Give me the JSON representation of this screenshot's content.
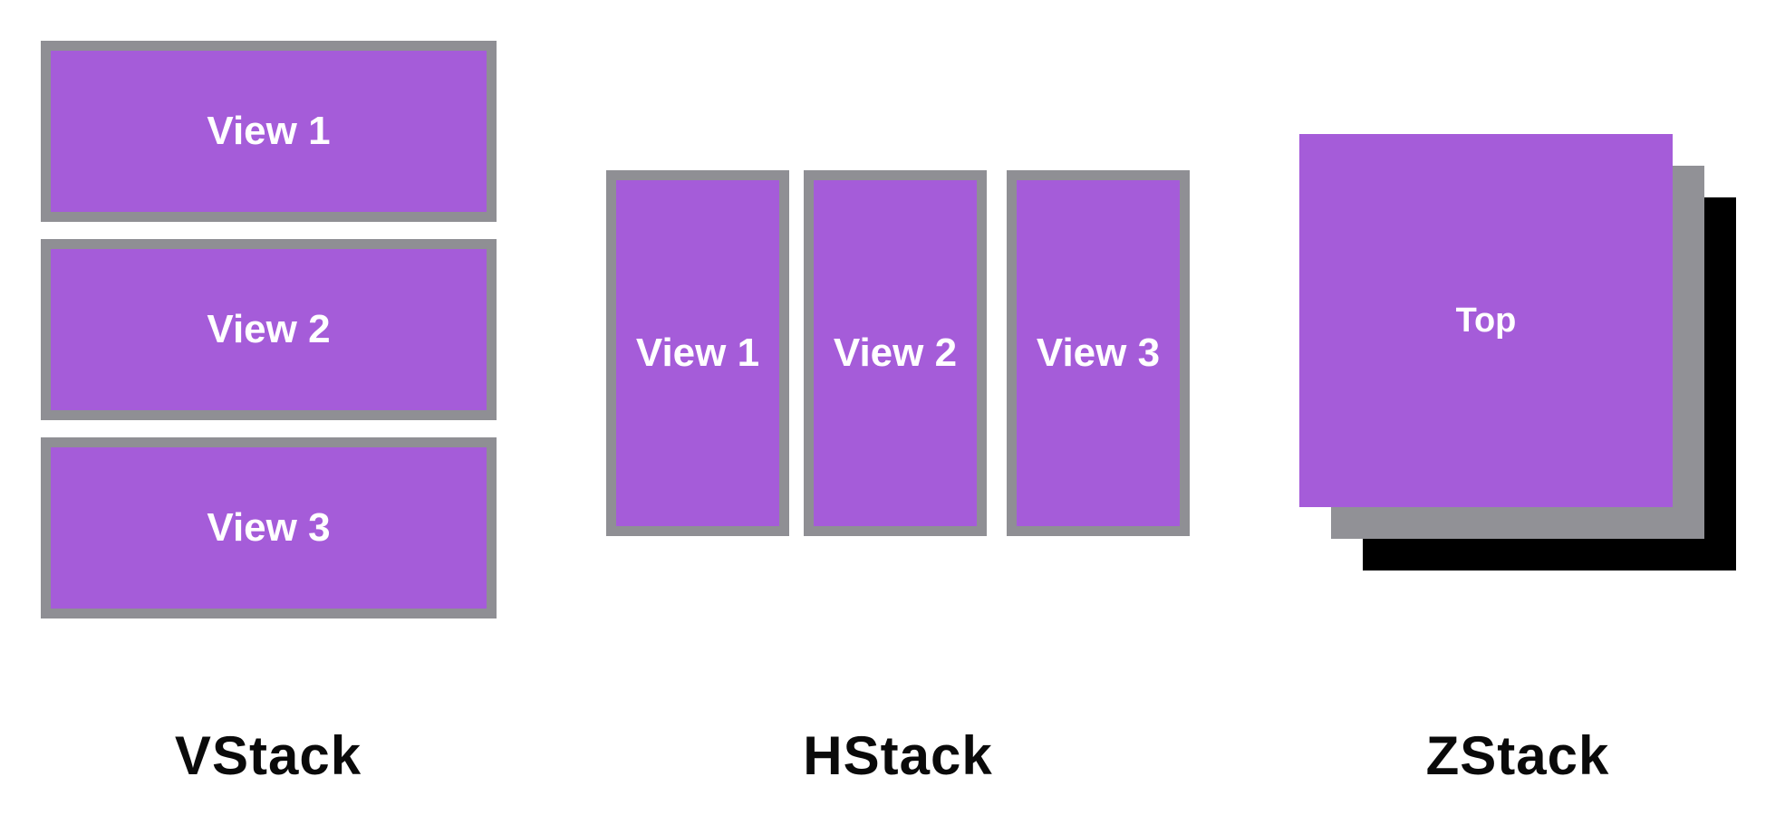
{
  "colors": {
    "purple": "#a55cd9",
    "border_gray": "#8f8f94",
    "zstack_gray": "#919196",
    "zstack_black": "#000000",
    "view_text": "#ffffff",
    "label_text": "#0a0a0a",
    "background": "#ffffff"
  },
  "vstack": {
    "label": "VStack",
    "views": [
      {
        "label": "View 1"
      },
      {
        "label": "View 2"
      },
      {
        "label": "View 3"
      }
    ]
  },
  "hstack": {
    "label": "HStack",
    "views": [
      {
        "label": "View 1"
      },
      {
        "label": "View 2"
      },
      {
        "label": "View 3"
      }
    ]
  },
  "zstack": {
    "label": "ZStack",
    "layers": [
      {
        "name": "top",
        "label": "Top",
        "color": "#a55cd9"
      },
      {
        "name": "middle",
        "color": "#919196"
      },
      {
        "name": "back",
        "color": "#000000"
      }
    ]
  }
}
